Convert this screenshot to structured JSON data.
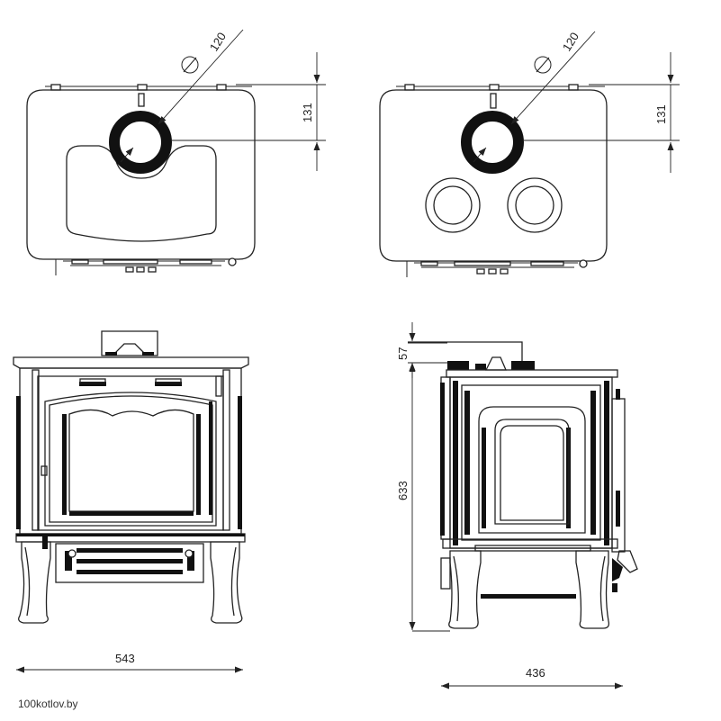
{
  "dimensions": {
    "top_left_diameter": "120",
    "top_left_offset": "131",
    "top_right_diameter": "120",
    "top_right_offset": "131",
    "front_width": "543",
    "side_height": "633",
    "side_top_offset": "57",
    "side_depth": "436"
  },
  "watermark": "100kotlov.by"
}
